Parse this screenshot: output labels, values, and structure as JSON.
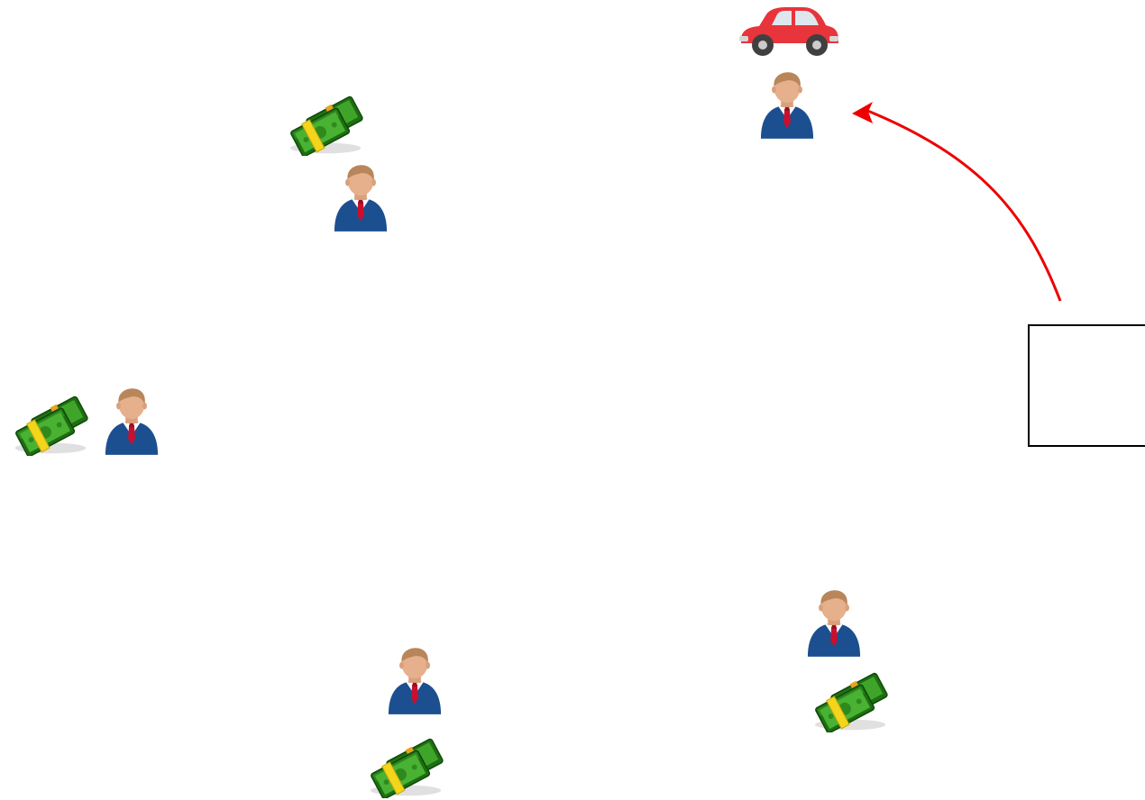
{
  "diagram": {
    "nodes": [
      {
        "id": "person-1",
        "icon": "businessman-icon",
        "has": [
          "money-stack-icon"
        ]
      },
      {
        "id": "person-2",
        "icon": "businessman-icon",
        "has": [
          "money-stack-icon"
        ]
      },
      {
        "id": "person-3",
        "icon": "businessman-icon",
        "has": [
          "money-stack-icon"
        ]
      },
      {
        "id": "person-4",
        "icon": "businessman-icon",
        "has": [
          "money-stack-icon"
        ]
      },
      {
        "id": "person-5",
        "icon": "businessman-icon",
        "has": [
          "car-icon"
        ]
      }
    ],
    "box": {
      "label": ""
    },
    "edges": [
      {
        "from": "box",
        "to": "person-5",
        "style": "curved-arrow"
      }
    ],
    "colors": {
      "arrow": "#ee0000",
      "suit": "#1c4f8f",
      "tie": "#c8102e",
      "skin": "#e6b08c",
      "hair": "#b8865a",
      "money": "#2f8a1e",
      "money_band": "#f3d51b",
      "car": "#e8343b"
    }
  }
}
